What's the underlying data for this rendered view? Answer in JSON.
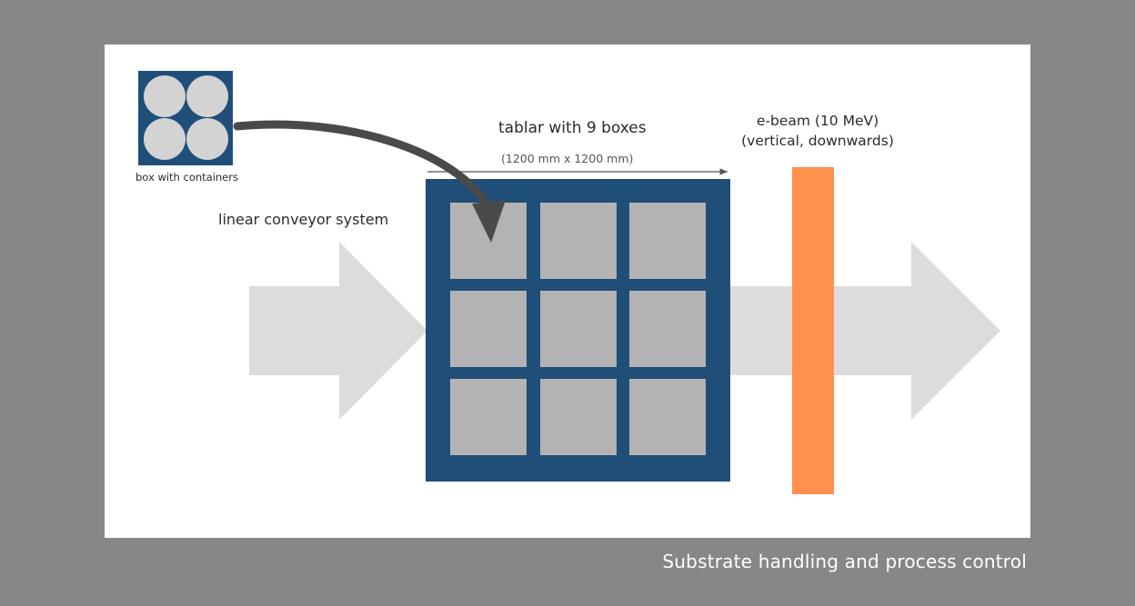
{
  "labels": {
    "box": "box with containers",
    "conveyor": "linear conveyor system",
    "tablar_title": "tablar with 9 boxes",
    "tablar_dim": "(1200 mm x 1200 mm)",
    "beam_line1": "e-beam (10 MeV)",
    "beam_line2": "(vertical, downwards)"
  },
  "caption": "Substrate handling and process control",
  "colors": {
    "background": "#878787",
    "panel": "#ffffff",
    "navy": "#1f4e79",
    "box_gray": "#b3b3b3",
    "container_circle": "#d3d3d3",
    "conveyor_arrow": "#dcdcdc",
    "beam_orange": "#ff914d",
    "curved_arrow": "#4a4a4a"
  },
  "icons": {
    "curved_arrow": "curved-arrow-icon",
    "dimension_arrow": "dimension-arrow-icon"
  }
}
